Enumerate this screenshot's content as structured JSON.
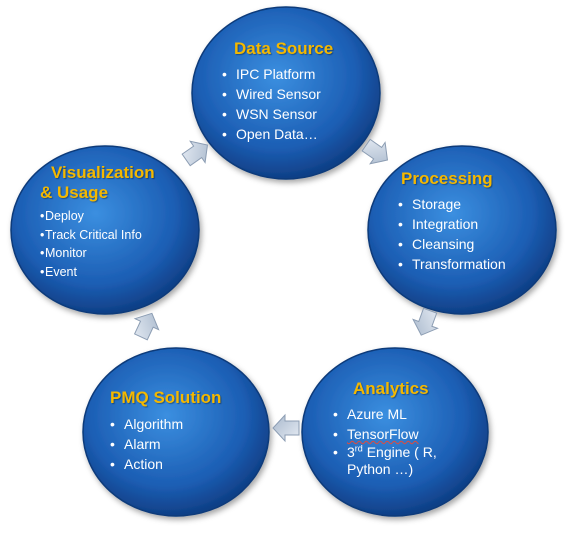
{
  "colors": {
    "node_fill_center": "#3b8fe0",
    "node_fill_edge": "#0f3f86",
    "title": "#f4b800",
    "text": "#ffffff",
    "arrow": "#c7d3e3"
  },
  "nodes": {
    "data_source": {
      "title": "Data Source",
      "items": [
        "IPC Platform",
        "Wired Sensor",
        "WSN Sensor",
        "Open Data…"
      ]
    },
    "processing": {
      "title": "Processing",
      "items": [
        "Storage",
        "Integration",
        "Cleansing",
        "Transformation"
      ]
    },
    "analytics": {
      "title": "Analytics",
      "items": [
        "Azure ML",
        "TensorFlow"
      ],
      "engine": {
        "pre": "3",
        "sup": "rd",
        "post": " Engine ( R,",
        "line2": "Python …)"
      }
    },
    "pmq": {
      "title": "PMQ Solution",
      "items": [
        "Algorithm",
        "Alarm",
        "Action"
      ]
    },
    "visualization": {
      "title_line1": "Visualization",
      "title_line2": "& Usage",
      "items": [
        "Deploy",
        "Track Critical Info",
        "Monitor",
        "Event"
      ]
    }
  },
  "bullet": "•",
  "arrows": [
    "arrow-datasource-to-processing",
    "arrow-processing-to-analytics",
    "arrow-analytics-to-pmq",
    "arrow-pmq-to-visualization",
    "arrow-visualization-to-datasource"
  ]
}
